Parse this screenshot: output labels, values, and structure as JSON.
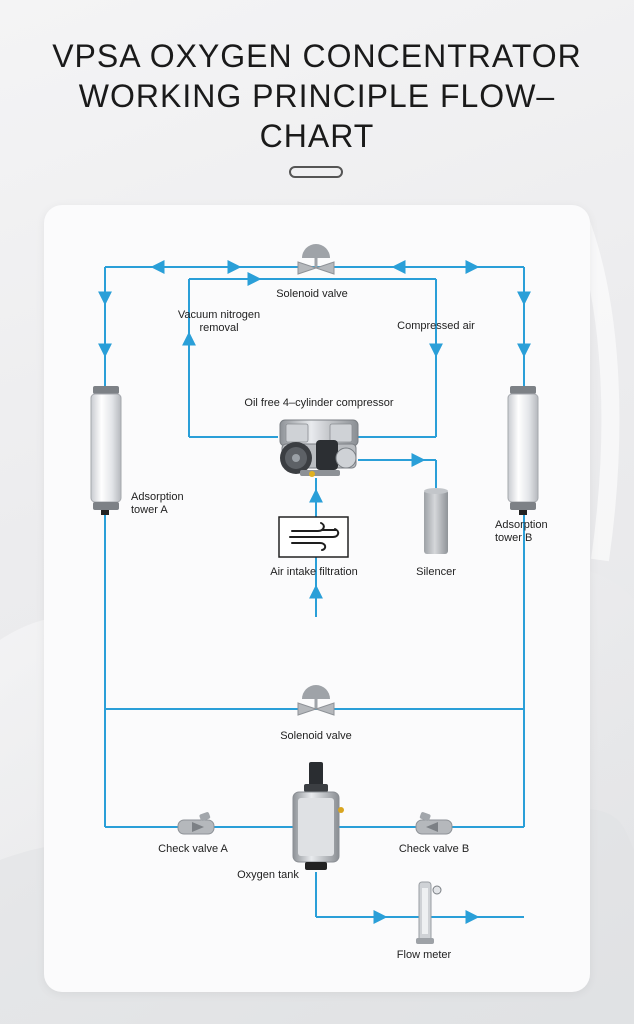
{
  "title": {
    "line1": "VPSA OXYGEN CONCENTRATOR",
    "line2": "WORKING PRINCIPLE FLOW–",
    "line3": "CHART"
  },
  "labels": {
    "solenoid_valve_top": "Solenoid valve",
    "vacuum_nitrogen_1": "Vacuum nitrogen",
    "vacuum_nitrogen_2": "removal",
    "compressed_air": "Compressed air",
    "compressor": "Oil free 4–cylinder compressor",
    "adsorption_a_1": "Adsorption",
    "adsorption_a_2": "tower A",
    "adsorption_b_1": "Adsorption",
    "adsorption_b_2": "tower B",
    "air_intake": "Air intake filtration",
    "silencer": "Silencer",
    "solenoid_valve_bottom": "Solenoid valve",
    "check_valve_a": "Check valve A",
    "check_valve_b": "Check valve B",
    "oxygen_tank": "Oxygen tank",
    "flow_meter": "Flow meter"
  },
  "colors": {
    "pipe": "#2a9fd8",
    "component_gray": "#a9acb0",
    "background": "#ececee"
  },
  "icons": [
    "solenoid-valve-icon",
    "adsorption-tower-icon",
    "compressor-icon",
    "air-filter-icon",
    "silencer-icon",
    "check-valve-icon",
    "oxygen-tank-icon",
    "flow-meter-icon",
    "flow-arrow-icon"
  ]
}
